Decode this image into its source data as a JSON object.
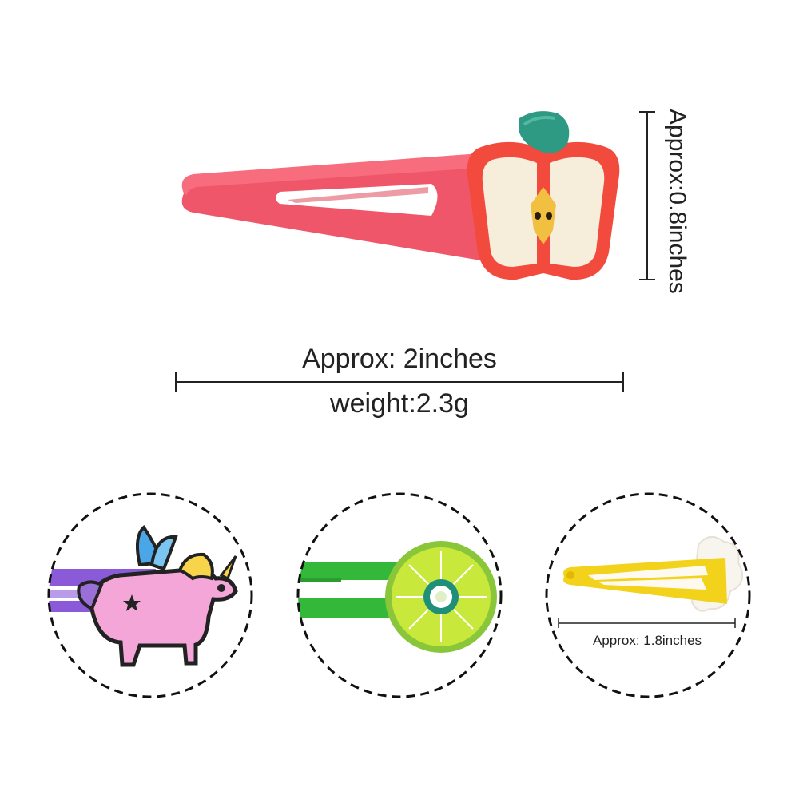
{
  "main_clip": {
    "dimensions": {
      "height_label": "Approx:0.8inches",
      "width_label": "Approx: 2inches",
      "weight_label": "weight:2.3g"
    },
    "colors": {
      "clip": "#f0566a",
      "apple_rim": "#f24a3c",
      "apple_flesh": "#f6eddb",
      "leaf": "#2f9a83"
    },
    "icon": "apple-hair-clip"
  },
  "detail_circles": [
    {
      "icon": "unicorn-hair-clip",
      "clip_color": "#8a5ad8"
    },
    {
      "icon": "kiwi-hair-clip",
      "clip_color": "#33b83a"
    },
    {
      "icon": "yellow-hair-clip",
      "clip_color": "#f2d21b",
      "size_label": "Approx: 1.8inches"
    }
  ]
}
